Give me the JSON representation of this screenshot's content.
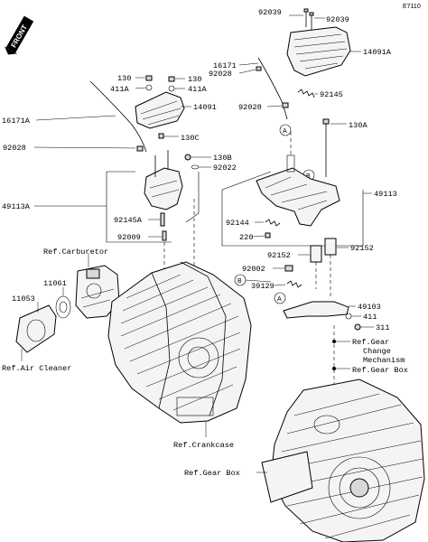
{
  "figure_id": "E7110",
  "front_badge": "FRONT",
  "labels": {
    "p92039a": "92039",
    "p92039b": "92039",
    "p14091A": "14091A",
    "p16171": "16171",
    "p92028a": "92028",
    "p92028b": "92028",
    "p92028c": "92028",
    "p92145": "92145",
    "p130": "130",
    "p411A_left": "411A",
    "p130_right": "130",
    "p411A_right": "411A",
    "p14091": "14091",
    "p16171A": "16171A",
    "p130A": "130A",
    "p130C": "130C",
    "p130B": "130B",
    "p92022": "92022",
    "p49113A": "49113A",
    "p49113": "49113",
    "p92145A": "92145A",
    "p92009": "92009",
    "p92144": "92144",
    "p220": "220",
    "p92152a": "92152",
    "p92152b": "92152",
    "p92002": "92002",
    "p39129": "39129",
    "p49103": "49103",
    "p411": "411",
    "p311": "311",
    "p11061": "11061",
    "p11053": "11053",
    "ref_carburetor": "Ref.Carburetor",
    "ref_air_cleaner": "Ref.Air Cleaner",
    "ref_gear_change_1": "Ref.Gear",
    "ref_gear_change_2": "Change",
    "ref_gear_change_3": "Mechanism",
    "ref_gear_box_right": "Ref.Gear Box",
    "ref_crankcase": "Ref.Crankcase",
    "ref_gear_box_bottom": "Ref.Gear Box"
  },
  "callouts": {
    "A": "A",
    "B": "B"
  }
}
